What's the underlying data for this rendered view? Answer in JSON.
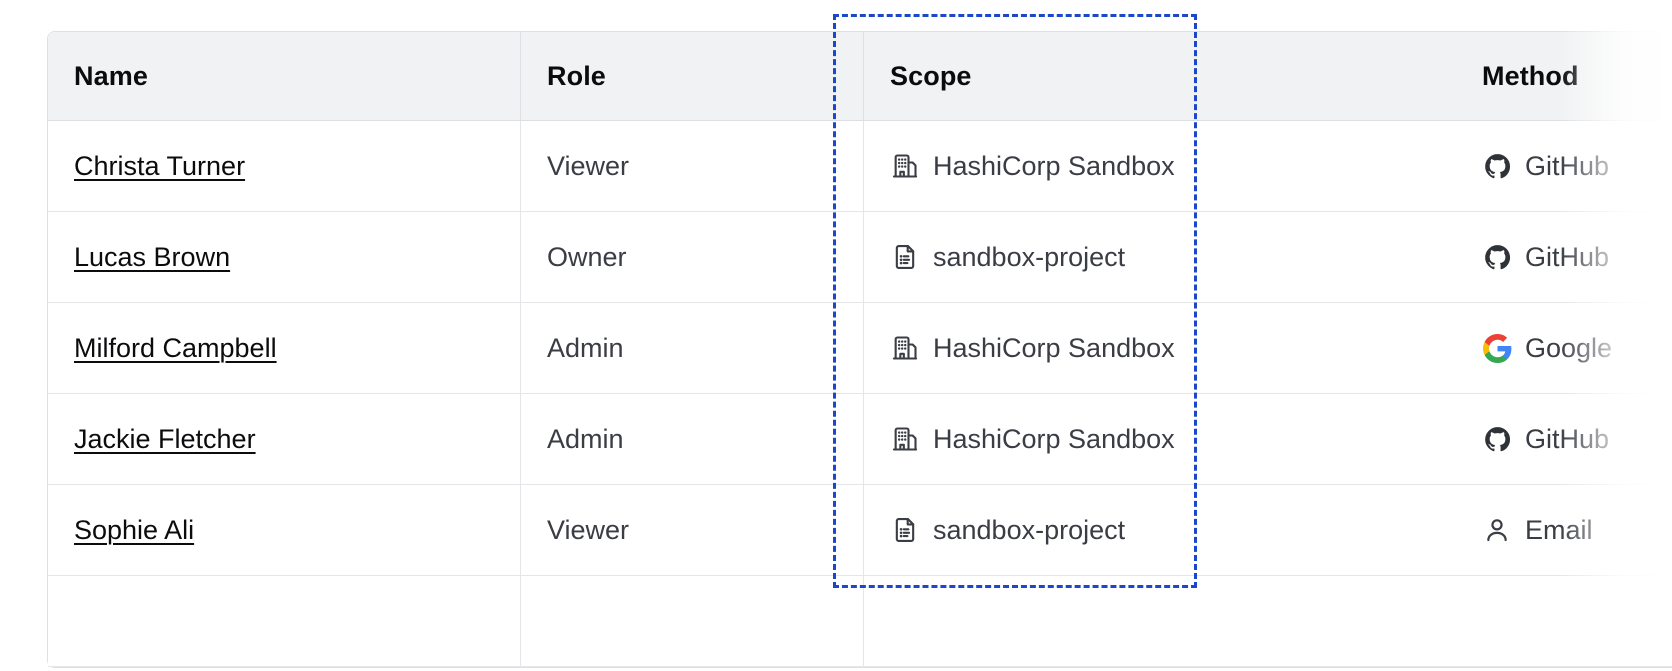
{
  "table": {
    "columns": [
      {
        "key": "name",
        "label": "Name"
      },
      {
        "key": "role",
        "label": "Role"
      },
      {
        "key": "scope",
        "label": "Scope"
      },
      {
        "key": "method",
        "label": "Method"
      }
    ],
    "rows": [
      {
        "name": "Christa Turner",
        "role": "Viewer",
        "scope": "HashiCorp Sandbox",
        "scope_icon": "organization-building-icon",
        "method": "GitHub",
        "method_icon": "github-icon"
      },
      {
        "name": "Lucas Brown",
        "role": "Owner",
        "scope": "sandbox-project",
        "scope_icon": "project-document-icon",
        "method": "GitHub",
        "method_icon": "github-icon"
      },
      {
        "name": "Milford Campbell",
        "role": "Admin",
        "scope": "HashiCorp Sandbox",
        "scope_icon": "organization-building-icon",
        "method": "Google",
        "method_icon": "google-icon"
      },
      {
        "name": "Jackie Fletcher",
        "role": "Admin",
        "scope": "HashiCorp Sandbox",
        "scope_icon": "organization-building-icon",
        "method": "GitHub",
        "method_icon": "github-icon"
      },
      {
        "name": "Sophie Ali",
        "role": "Viewer",
        "scope": "sandbox-project",
        "scope_icon": "project-document-icon",
        "method": "Email",
        "method_icon": "user-person-icon"
      }
    ]
  },
  "selection": {
    "target_column": "Scope",
    "border_color": "#1b47c8",
    "style": "dashed"
  },
  "colors": {
    "header_background": "#f1f2f3",
    "header_text": "#0c0c0e",
    "body_text": "#3b3d45",
    "link_text": "#0c0c0e",
    "border": "#e5e6e9",
    "google_blue": "#4285f4",
    "google_red": "#ea4335",
    "google_yellow": "#fbbc05",
    "google_green": "#34a853",
    "github_dark": "#2f3237"
  }
}
